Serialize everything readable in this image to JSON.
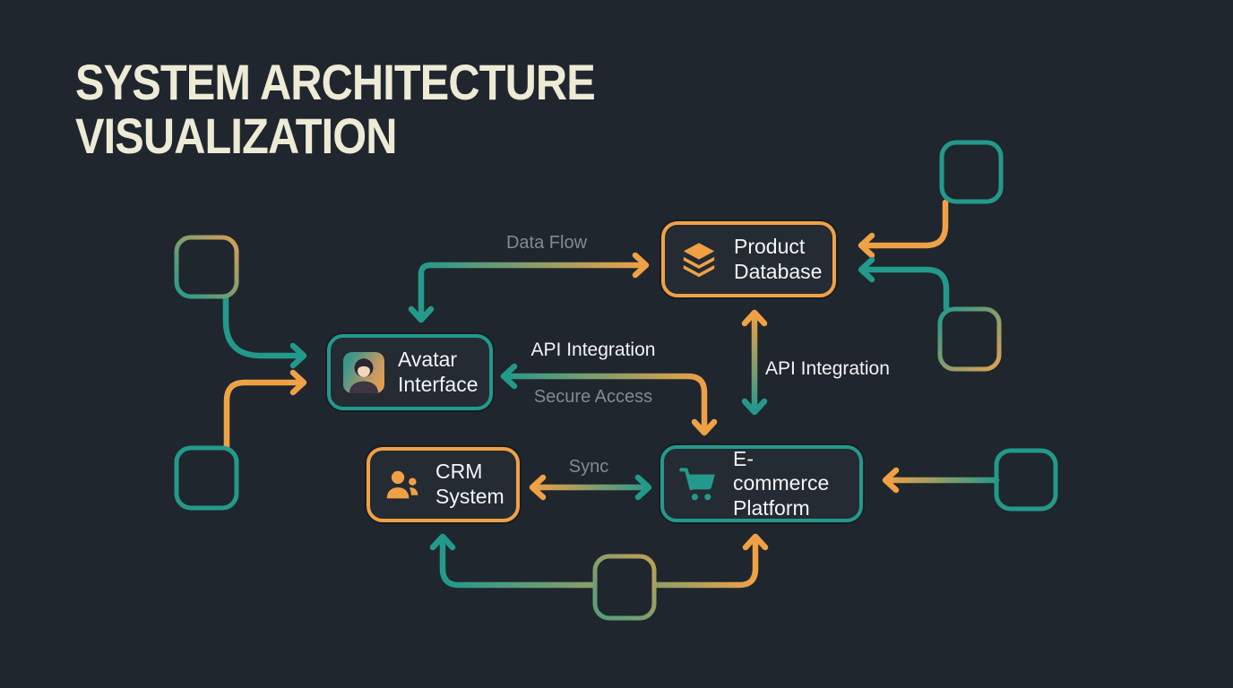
{
  "title": "SYSTEM ARCHITECTURE VISUALIZATION",
  "colors": {
    "background": "#20262D",
    "teal": "#23998C",
    "orange": "#F0A145",
    "title_text": "#EDEAD6",
    "node_text": "#F3F5F6",
    "muted_label": "#848A92",
    "light_label": "#F2F3F5",
    "node_fill": "#242B33"
  },
  "nodes": [
    {
      "label": "Product Database",
      "icon": "database-layers-icon",
      "accent": "orange"
    },
    {
      "label": "Avatar Interface",
      "icon": "woman-avatar-icon",
      "accent": "teal"
    },
    {
      "label": "CRM System",
      "icon": "users-icon",
      "accent": "orange"
    },
    {
      "label": "E-commerce Platform",
      "icon": "shopping-cart-icon",
      "accent": "teal"
    }
  ],
  "edges": [
    {
      "from": "Avatar Interface",
      "to": "Product Database",
      "label": "Data Flow",
      "style": "muted",
      "bidirectional": true
    },
    {
      "from": "Avatar Interface",
      "to": "E-commerce Platform",
      "label": "API Integration",
      "sublabel": "Secure Access",
      "style": "light",
      "bidirectional": true
    },
    {
      "from": "Product Database",
      "to": "E-commerce Platform",
      "label": "API Integration",
      "style": "light",
      "bidirectional": true
    },
    {
      "from": "CRM System",
      "to": "E-commerce Platform",
      "label": "Sync",
      "style": "muted",
      "bidirectional": true
    }
  ],
  "placeholder_squares": [
    {
      "position": "left-top",
      "accent": "teal-orange-gradient"
    },
    {
      "position": "left-bottom",
      "accent": "teal"
    },
    {
      "position": "top-right",
      "accent": "teal"
    },
    {
      "position": "right-middle",
      "accent": "teal-orange-gradient"
    },
    {
      "position": "right-bottom",
      "accent": "teal"
    },
    {
      "position": "bottom-center",
      "accent": "olive-gradient"
    }
  ]
}
